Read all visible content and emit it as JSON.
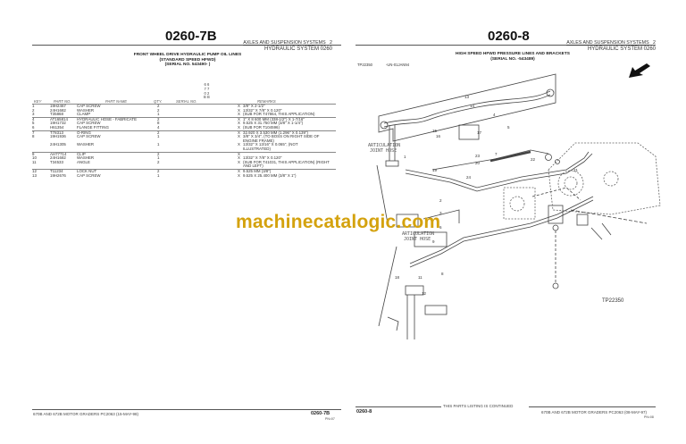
{
  "left_page": {
    "page_number": "0260-7B",
    "section": "AXLES AND SUSPENSION SYSTEMS",
    "section_num": "2",
    "subsection": "HYDRAULIC SYSTEM 0260",
    "title_lines": [
      "FRONT WHEEL DRIVE HYDRAULIC PUMP OIL LINES",
      "(STANDARD SPEED HFWD)",
      "(SERIAL NO. 543490-      )"
    ],
    "model_codes": [
      "6 6",
      "7 7",
      "0 2",
      "B B"
    ],
    "columns": {
      "key": "KEY",
      "part_no": "PART NO.",
      "part_name": "PART NAME",
      "qty": "QTY.",
      "serial": "SERIAL NO.",
      "remarks": "REMARKS"
    },
    "rows": [
      {
        "key": "1",
        "part": "19H2467",
        "name": "CAP SCREW",
        "qty": "2",
        "x": "X",
        "remarks": "3/8\" X 2-1/2\"",
        "grp": true
      },
      {
        "key": "2",
        "part": "24H1682",
        "name": "WASHER",
        "qty": "2",
        "x": "X",
        "remarks": "13/32\" X 7/8\" X 0.120\""
      },
      {
        "key": "3",
        "part": "T35868",
        "name": "CLAMP",
        "qty": "1",
        "x": "X",
        "remarks": "(SUB FOR T47864, THIS APPLICATION)"
      },
      {
        "key": "4",
        "part": "AT165814",
        "name": "HYDRAULIC HOSE - FABRICATE",
        "qty": "2",
        "x": "X",
        "remarks": "1\" X 8 600 MM (338-1/2\") X 1-7/16\"",
        "grp": true
      },
      {
        "key": "5",
        "part": "19H1732",
        "name": "CAP SCREW",
        "qty": "8",
        "x": "X",
        "remarks": "9.525 X 31.750 MM (3/8\" X 1-1/4\")"
      },
      {
        "key": "6",
        "part": "H61354",
        "name": "FLANGE FITTING",
        "qty": "4",
        "x": "X",
        "remarks": "(SUB FOR T104596)"
      },
      {
        "key": "7",
        "part": "T78313",
        "name": "O-RING",
        "qty": "2",
        "x": "X",
        "remarks": "32.920 X 3.530 MM (1.296\" X 0.139\")",
        "grp": true
      },
      {
        "key": "8",
        "part": "19H1936",
        "name": "CAP SCREW",
        "qty": "1",
        "x": "X",
        "remarks": "3/8\" X 3/4\", (TO BOSS ON RIGHT SIDE OF"
      },
      {
        "key": "",
        "part": "",
        "name": "",
        "qty": "",
        "x": "",
        "remarks": "     ENGINE FRAME)"
      },
      {
        "key": "",
        "part": "24H1305",
        "name": "WASHER",
        "qty": "1",
        "x": "X",
        "remarks": "13/32\" X 13/16\" X 0.065\", (NOT"
      },
      {
        "key": "",
        "part": "",
        "name": "",
        "qty": "",
        "x": "",
        "remarks": "     ILLUSTRATED)"
      },
      {
        "key": "9",
        "part": "AH77714",
        "name": "CLIP",
        "qty": "2",
        "x": "X",
        "remarks": "",
        "grp": true
      },
      {
        "key": "10",
        "part": "24H1682",
        "name": "WASHER",
        "qty": "1",
        "x": "X",
        "remarks": "13/32\" X 7/8\" X 0.120\""
      },
      {
        "key": "11",
        "part": "T34533",
        "name": "ANGLE",
        "qty": "2",
        "x": "X",
        "remarks": "(SUB FOR T41031, THIS APPLICATION) (RIGHT"
      },
      {
        "key": "",
        "part": "",
        "name": "",
        "qty": "",
        "x": "",
        "remarks": "     AND LEFT)"
      },
      {
        "key": "12",
        "part": "T11234",
        "name": "LOCK NUT",
        "qty": "2",
        "x": "X",
        "remarks": "9.525 MM (3/8\")",
        "grp": true
      },
      {
        "key": "13",
        "part": "19H2676",
        "name": "CAP SCREW",
        "qty": "1",
        "x": "X",
        "remarks": "9.525 X 25.400 MM (3/8\" X 1\")"
      }
    ],
    "footer_left": "670B AND 672B MOTOR GRADERS    PC2063    (15-MAY-98)",
    "footer_page": "0260-7B",
    "footer_sub": "PN=07"
  },
  "right_page": {
    "page_number": "0260-8",
    "section": "AXLES AND SUSPENSION SYSTEMS",
    "section_num": "2",
    "subsection": "HYDRAULIC SYSTEM 0260",
    "title_lines": [
      "HIGH SPEED HFWD PRESSURE LINES AND BRACKETS",
      "(SERIAL NO.        -543489)"
    ],
    "fig_ref": "TP22350",
    "fig_code": "-UN-01JAN94",
    "diagram_labels": {
      "artic1": [
        "ARTICULATION",
        "JOINT HOSE"
      ],
      "artic2": [
        "ARTICULATION",
        "JOINT HOSE"
      ],
      "figure_id": "TP22350"
    },
    "callouts": [
      "1",
      "2",
      "3",
      "4",
      "5",
      "6",
      "7",
      "8",
      "9",
      "10",
      "11",
      "12",
      "13",
      "14",
      "15",
      "16",
      "17",
      "18",
      "19",
      "20",
      "21",
      "22",
      "23",
      "24"
    ],
    "continued": "THIS PARTS LISTING IS CONTINUED",
    "footer_page": "0260-8",
    "footer_right": "670B AND 672B MOTOR GRADERS    PC2063    (08-MAY-97)",
    "footer_sub": "PN=08"
  },
  "watermark": "machinecatalogic.com",
  "colors": {
    "watermark": "#d4a20e",
    "rule": "#555555"
  }
}
